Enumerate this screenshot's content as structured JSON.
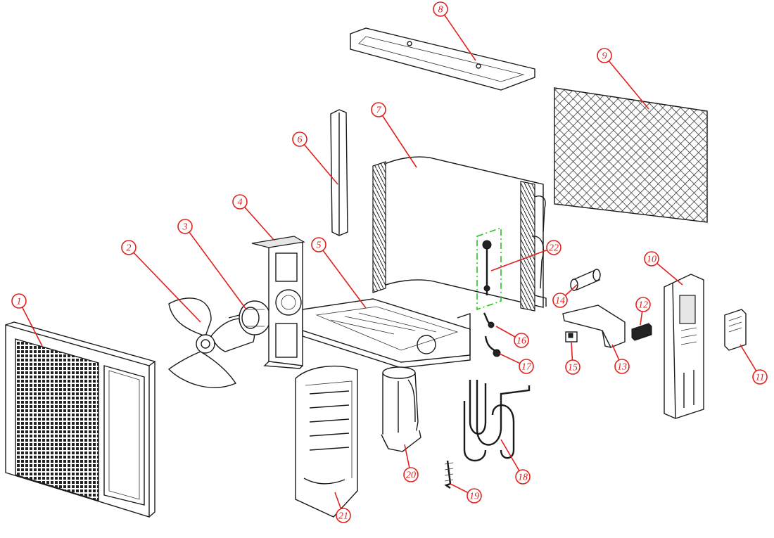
{
  "callouts": [
    {
      "id": "1",
      "label": "1"
    },
    {
      "id": "2",
      "label": "2"
    },
    {
      "id": "3",
      "label": "3"
    },
    {
      "id": "4",
      "label": "4"
    },
    {
      "id": "5",
      "label": "5"
    },
    {
      "id": "6",
      "label": "6"
    },
    {
      "id": "7",
      "label": "7"
    },
    {
      "id": "8",
      "label": "8"
    },
    {
      "id": "9",
      "label": "9"
    },
    {
      "id": "10",
      "label": "10"
    },
    {
      "id": "11",
      "label": "11"
    },
    {
      "id": "12",
      "label": "12"
    },
    {
      "id": "13",
      "label": "13"
    },
    {
      "id": "14",
      "label": "14"
    },
    {
      "id": "15",
      "label": "15"
    },
    {
      "id": "16",
      "label": "16"
    },
    {
      "id": "17",
      "label": "17"
    },
    {
      "id": "18",
      "label": "18"
    },
    {
      "id": "19",
      "label": "19"
    },
    {
      "id": "20",
      "label": "20"
    },
    {
      "id": "21",
      "label": "21"
    },
    {
      "id": "22",
      "label": "22"
    }
  ],
  "colors": {
    "callout": "#e0211d",
    "highlight": "#27c21d",
    "line": "#1a1a1a"
  }
}
